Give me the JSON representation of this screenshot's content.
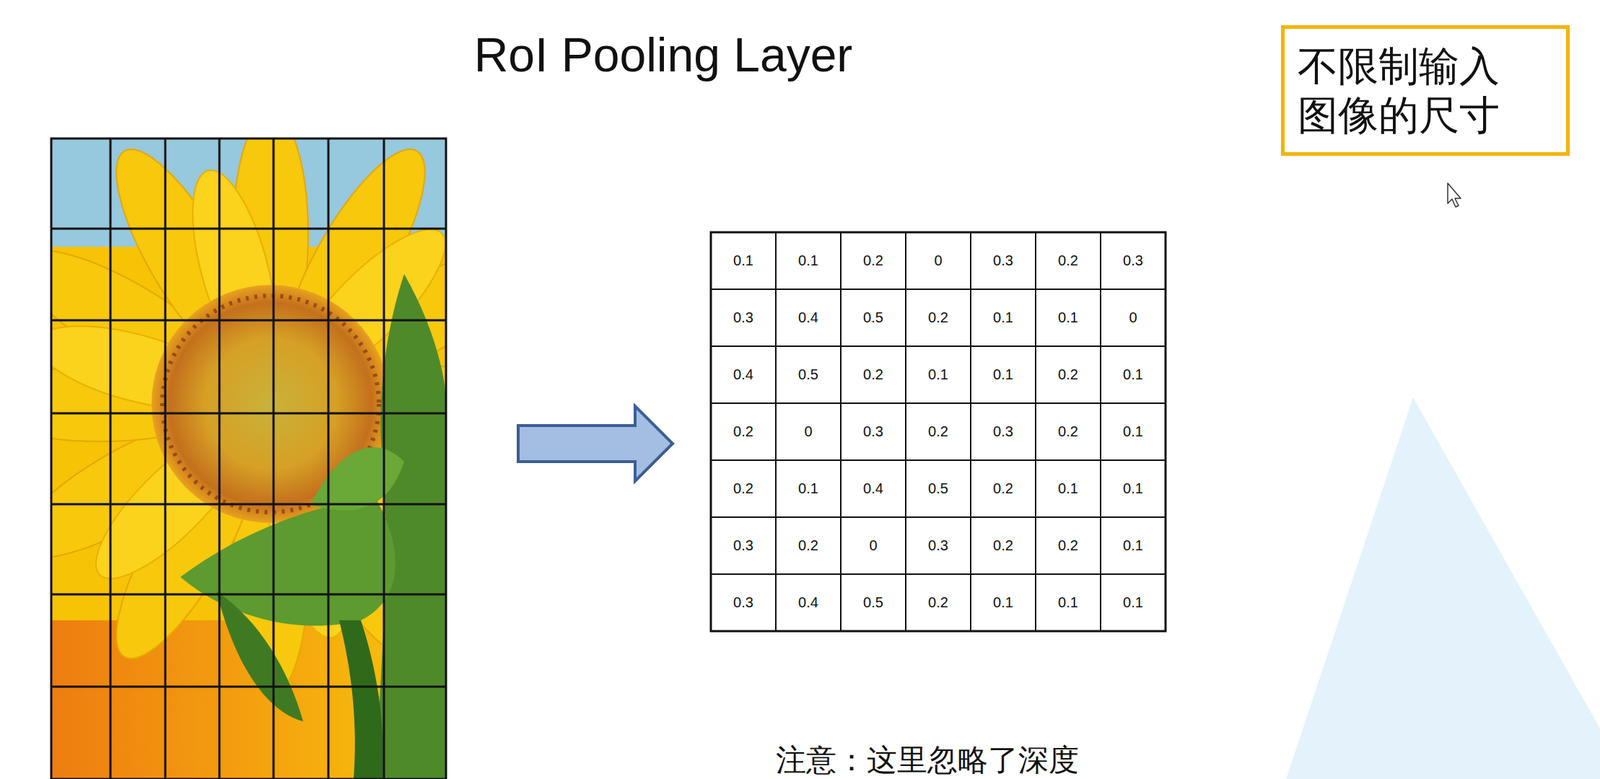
{
  "diagram": {
    "title": "RoI Pooling Layer",
    "nodes": [
      {
        "text": [
          "不限制输入图像的尺寸"
        ]
      }
    ],
    "labels": [
      "0.1",
      "0.1",
      "0.2",
      "0",
      "0.3",
      "0.2",
      "0.3",
      "0.3",
      "0.4",
      "0.5",
      "0.2",
      "0.1",
      "0.1",
      "0",
      "0.4",
      "0.5",
      "0.2",
      "0.1",
      "0.1",
      "0.2",
      "0.1",
      "0.2",
      "0",
      "0.3",
      "0.2",
      "0.3",
      "0.2",
      "0.1",
      "0.2",
      "0.1",
      "0.4",
      "0.5",
      "0.2",
      "0.1",
      "0.1",
      "0.3",
      "0.2",
      "0",
      "0.3",
      "0.2",
      "0.2",
      "0.1",
      "0.3",
      "0.4",
      "0.5",
      "0.2",
      "0.1",
      "0.1",
      "0.1",
      "注意：这里忽略了深度"
    ]
  }
}
